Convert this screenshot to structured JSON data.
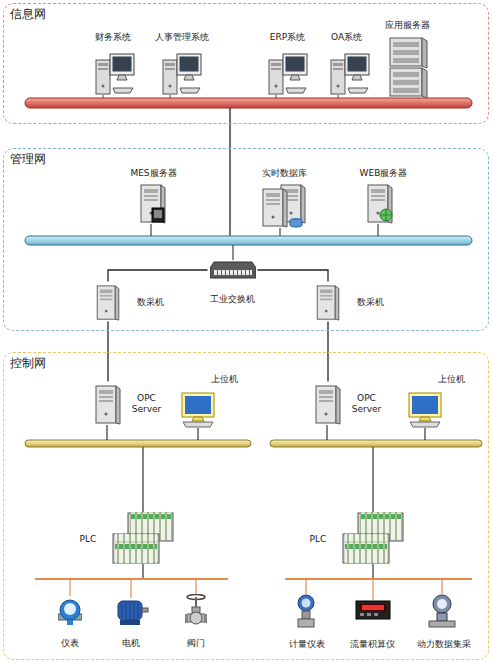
{
  "diagram": {
    "nodes": [
      {
        "text": [
          "信息网"
        ]
      },
      {
        "text": [
          "财务系统"
        ],
        "in": 0
      },
      {
        "text": [
          "人事管理系统"
        ],
        "in": 0
      },
      {
        "text": [
          "ERP系统"
        ],
        "in": 0
      },
      {
        "text": [
          "OA系统"
        ],
        "in": 0
      },
      {
        "text": [
          "应用服务器"
        ],
        "in": 0
      },
      {
        "text": [
          "管理网"
        ]
      },
      {
        "text": [
          "MES服务器"
        ],
        "in": 6
      },
      {
        "text": [
          "实时数据库"
        ],
        "in": 6
      },
      {
        "text": [
          "WEB服务器"
        ],
        "in": 6
      },
      {
        "text": [
          "数采机"
        ],
        "in": 6
      },
      {
        "text": [
          "工业交换机"
        ],
        "in": 6
      },
      {
        "text": [
          "数采机"
        ],
        "in": 6
      },
      {
        "text": [
          "控制网"
        ]
      },
      {
        "text": [
          "OPC Server"
        ],
        "in": 13
      },
      {
        "text": [
          "上位机"
        ],
        "in": 13
      },
      {
        "text": [
          "PLC"
        ],
        "in": 13
      },
      {
        "text": [
          "仪表"
        ],
        "in": 13
      },
      {
        "text": [
          "电机"
        ],
        "in": 13
      },
      {
        "text": [
          "阀门"
        ],
        "in": 13
      },
      {
        "text": [
          "OPC Server"
        ],
        "in": 13
      },
      {
        "text": [
          "上位机"
        ],
        "in": 13
      },
      {
        "text": [
          "PLC"
        ],
        "in": 13
      },
      {
        "text": [
          "计量仪表"
        ],
        "in": 13
      },
      {
        "text": [
          "流量积算仪"
        ],
        "in": 13
      },
      {
        "text": [
          "动力数据集采"
        ],
        "in": 13
      }
    ],
    "edges": [
      {
        "from": 11,
        "to": 10,
        "arrow": "none"
      },
      {
        "from": 11,
        "to": 12,
        "arrow": "none"
      },
      {
        "from": 10,
        "to": 14,
        "arrow": "none"
      },
      {
        "from": 12,
        "to": 20,
        "arrow": "none"
      }
    ]
  }
}
